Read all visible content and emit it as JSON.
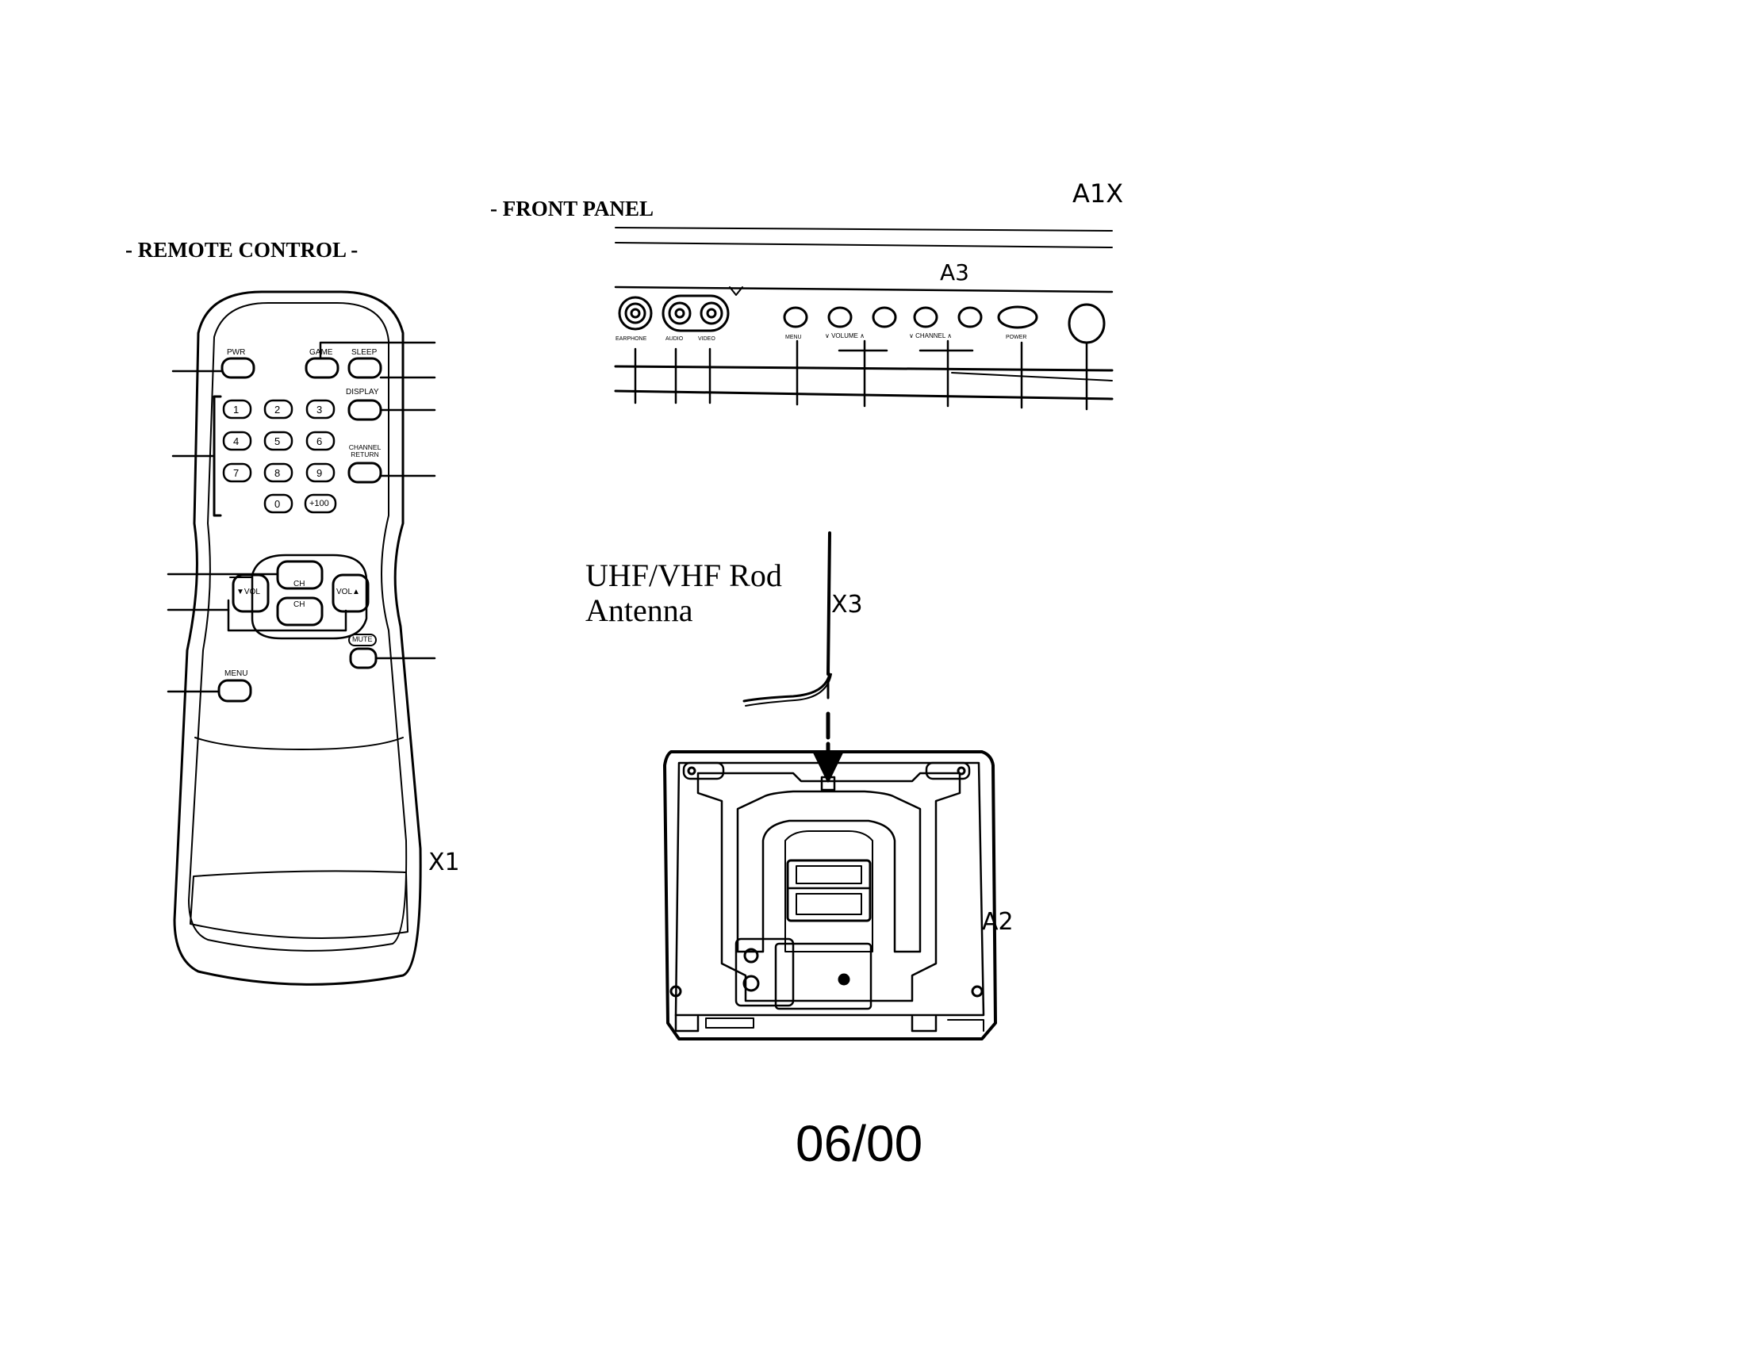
{
  "remote_control": {
    "title": "- REMOTE CONTROL -",
    "part_label": "X1",
    "buttons": {
      "pwr": "PWR",
      "game": "GAME",
      "sleep": "SLEEP",
      "display": "DISPLAY",
      "channel_return": "CHANNEL RETURN",
      "keys": [
        "1",
        "2",
        "3",
        "4",
        "5",
        "6",
        "7",
        "8",
        "9",
        "0",
        "+100"
      ],
      "ch_up": "CH",
      "ch_down": "CH",
      "vol_down": "▼VOL",
      "vol_up": "VOL▲",
      "mute": "MUTE",
      "menu": "MENU"
    }
  },
  "front_panel": {
    "title": "- FRONT PANEL",
    "part_label": "A1X",
    "bezel_label": "A3",
    "controls": {
      "earphone": "EARPHONE",
      "audio": "AUDIO",
      "video": "VIDEO",
      "menu": "MENU",
      "volume": "∨ VOLUME ∧",
      "channel": "∨ CHANNEL ∧",
      "power": "POWER"
    }
  },
  "antenna": {
    "label_line1": "UHF/VHF Rod",
    "label_line2": "Antenna",
    "part_label": "X3"
  },
  "back_cabinet": {
    "part_label": "A2"
  },
  "footer": {
    "date": "06/00"
  }
}
